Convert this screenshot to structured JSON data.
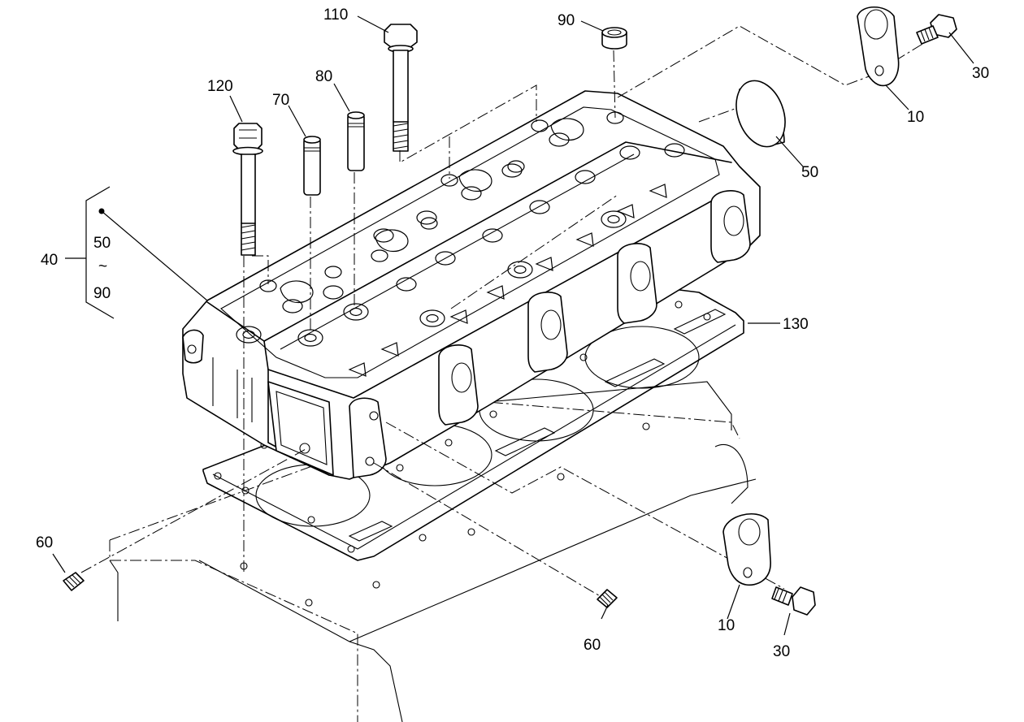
{
  "callouts": {
    "c110": "110",
    "c90": "90",
    "c30_top": "30",
    "c10_top": "10",
    "c120": "120",
    "c80": "80",
    "c70": "70",
    "c50_right": "50",
    "c40": "40",
    "c40_range_from": "50",
    "c40_range_sep": "~",
    "c40_range_to": "90",
    "c130": "130",
    "c60_left": "60",
    "c60_bottom": "60",
    "c10_bottom": "10",
    "c30_bottom": "30"
  }
}
